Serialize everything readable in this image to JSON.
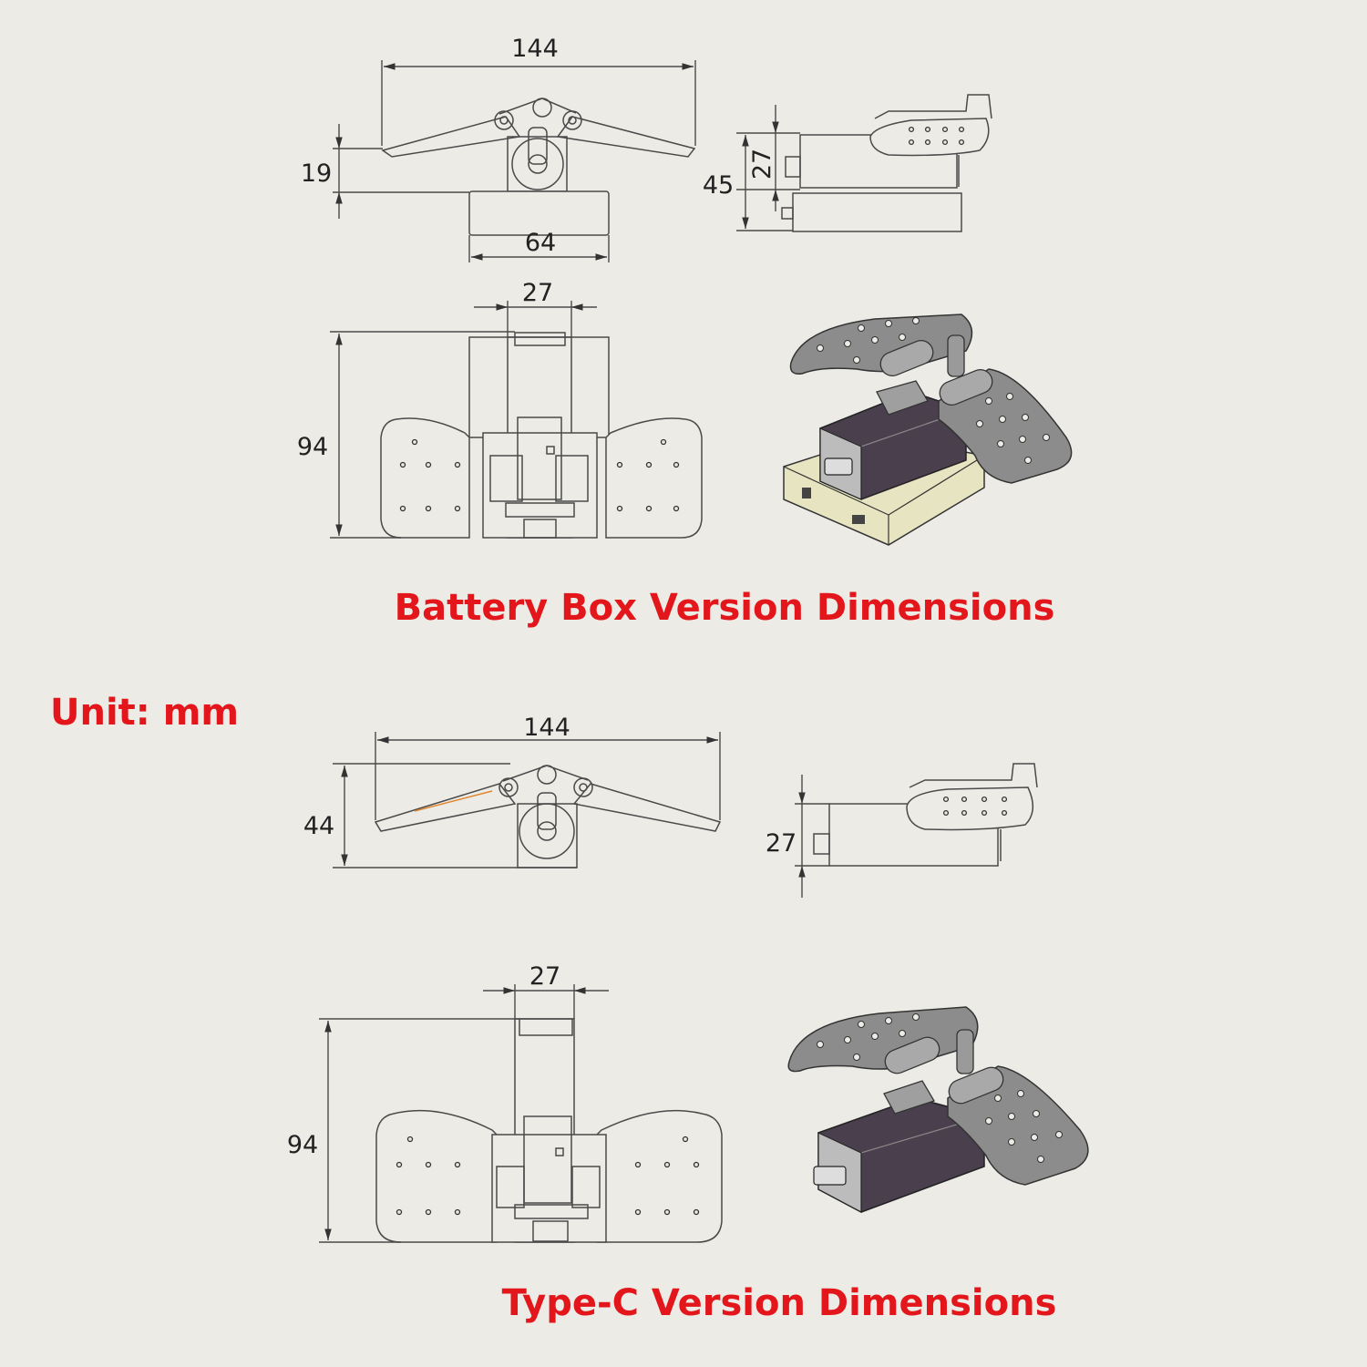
{
  "headings": {
    "battery_box": "Battery Box Version Dimensions",
    "unit": "Unit: mm",
    "type_c": "Type-C Version Dimensions"
  },
  "battery_box_version": {
    "front_width": "144",
    "front_height": "19",
    "base_width": "64",
    "side_outer_height": "45",
    "side_inner_height": "27",
    "top_servo_width": "27",
    "top_depth": "94"
  },
  "type_c_version": {
    "front_width": "144",
    "front_height": "44",
    "side_height": "27",
    "top_servo_width": "27",
    "top_depth": "94"
  },
  "colors": {
    "heading": "#e3161b",
    "background": "#ecebe6",
    "metal_plate": "#8c8c8c",
    "servo_body": "#4a3f4d",
    "battery_box": "#e7e4c2"
  }
}
